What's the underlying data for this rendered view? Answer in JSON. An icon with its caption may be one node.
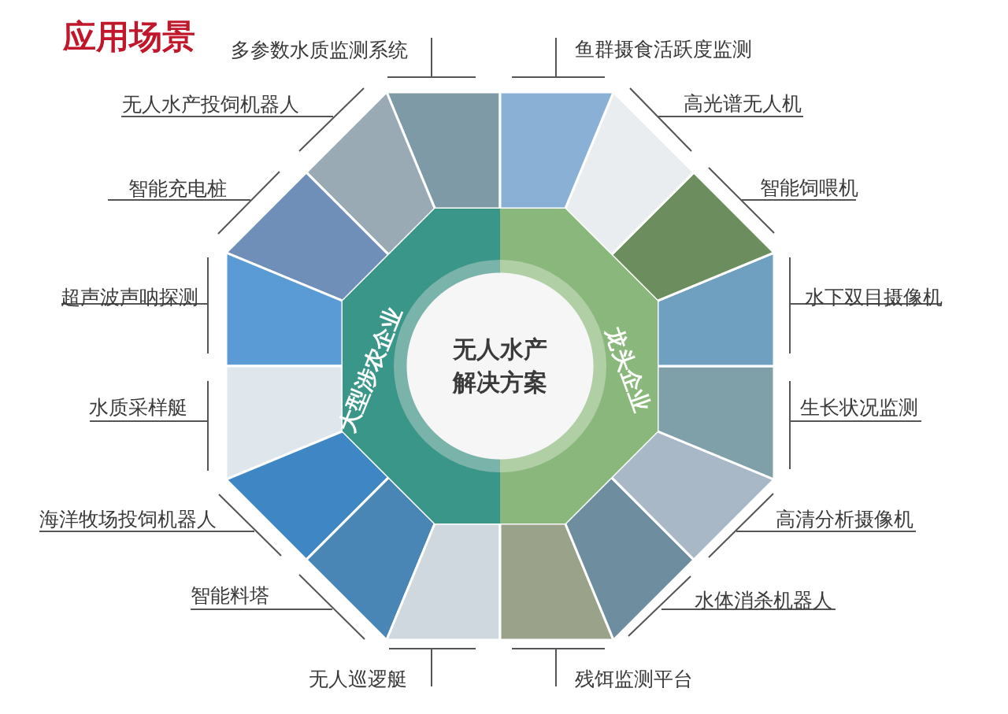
{
  "diagram": {
    "title": "应用场景",
    "nodes": [
      {
        "text": [
          "大型涉农企业"
        ]
      },
      {
        "text": [
          "龙头企业"
        ]
      },
      {
        "text": [
          "无人水产解决方案"
        ]
      }
    ],
    "labels": [
      "多参数水质监测系统",
      "鱼群摄食活跃度监测",
      "无人水产投饲机器人",
      "高光谱无人机",
      "智能充电桩",
      "智能饲喂机",
      "超声波声呐探测",
      "水下双目摄像机",
      "水质采样艇",
      "生长状况监测",
      "海洋牧场投饲机器人",
      "高清分析摄像机",
      "智能料塔",
      "水体消杀机器人",
      "无人巡逻艇",
      "残饵监测平台"
    ]
  }
}
